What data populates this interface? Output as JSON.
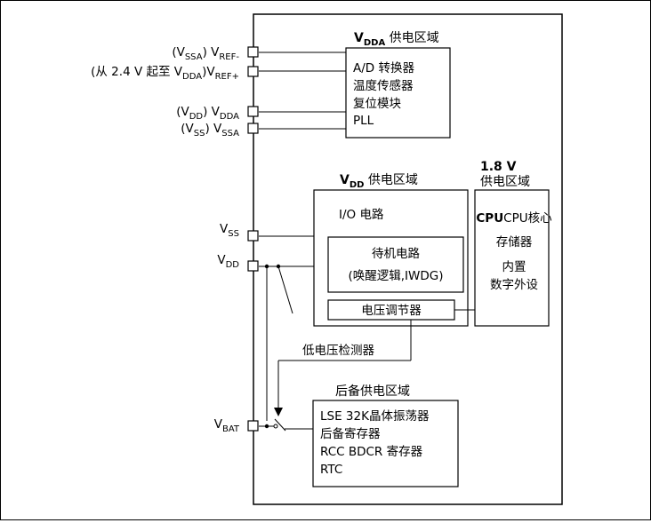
{
  "chip_pins": {
    "vref_minus": {
      "prefix": "(V",
      "prefix_sub": "SSA",
      "mid": ") V",
      "sub": "REF-"
    },
    "vref_plus": {
      "prefix": "(从 2.4 V 起至 V",
      "prefix_sub": "DDA",
      "mid": ")V",
      "sub": "REF+"
    },
    "vdda": {
      "prefix": "(V",
      "prefix_sub": "DD",
      "mid": ")  V",
      "sub": "DDA"
    },
    "vssa": {
      "prefix": "(V",
      "prefix_sub": "SS",
      "mid": ")  V",
      "sub": "SSA"
    },
    "vss": {
      "main": "V",
      "sub": "SS"
    },
    "vdd": {
      "main": "V",
      "sub": "DD"
    },
    "vbat": {
      "main": "V",
      "sub": "BAT"
    }
  },
  "vdda_domain": {
    "title_main": "V",
    "title_sub": "DDA",
    "title_rest": " 供电区域",
    "items": [
      "A/D 转换器",
      "温度传感器",
      "复位模块",
      "PLL"
    ]
  },
  "vdd_domain": {
    "title_main": "V",
    "title_sub": "DD",
    "title_rest": " 供电区域",
    "io": "I/O 电路",
    "standby_line1": "待机电路",
    "standby_line2": "(唤醒逻辑,IWDG)",
    "regulator": "电压调节器"
  },
  "core_domain": {
    "title_line1": "1.8 V",
    "title_line2": "供电区域",
    "cpu": "CPU核心",
    "memory": "存储器",
    "periph_line1": "内置",
    "periph_line2": "数字外设"
  },
  "low_voltage_detector": "低电压检测器",
  "backup_domain": {
    "title": "后备供电区域",
    "items": [
      "LSE 32K晶体振荡器",
      "后备寄存器",
      "RCC BDCR 寄存器",
      "RTC"
    ]
  },
  "colors": {
    "stroke": "#000000",
    "background": "#ffffff"
  }
}
